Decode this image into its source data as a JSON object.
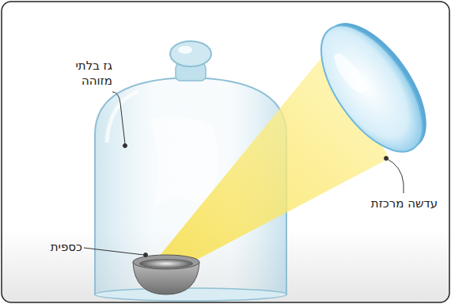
{
  "diagram": {
    "labels": [
      "גז בלתי מזוהה",
      "כספית",
      "עדשה מרכזת"
    ]
  }
}
